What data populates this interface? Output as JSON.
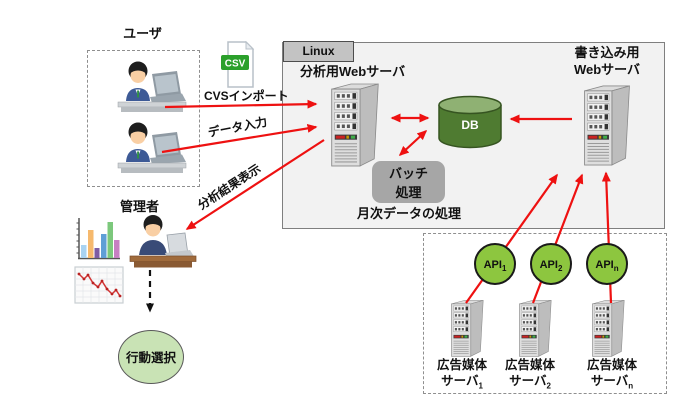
{
  "users": {
    "title": "ユーザ"
  },
  "csv": {
    "label": "CSV"
  },
  "flows": {
    "csv_import": "CVSインポート",
    "data_input": "データ入力",
    "result_display": "分析結果表示"
  },
  "linux": {
    "tab": "Linux",
    "analysis_server_label": "分析用Webサーバ",
    "db_label": "DB",
    "batch_line1": "バッチ",
    "batch_line2": "処理",
    "monthly_label": "月次データの処理"
  },
  "write_server": {
    "line1": "書き込み用",
    "line2": "Webサーバ"
  },
  "admin": {
    "title": "管理者"
  },
  "action": {
    "label": "行動選択"
  },
  "apis": [
    {
      "name": "API",
      "sub": "1"
    },
    {
      "name": "API",
      "sub": "2"
    },
    {
      "name": "API",
      "sub": "n"
    }
  ],
  "ad_servers": [
    {
      "line1": "広告媒体",
      "name": "サーバ",
      "sub": "1"
    },
    {
      "line1": "広告媒体",
      "name": "サーバ",
      "sub": "2"
    },
    {
      "line1": "広告媒体",
      "name": "サーバ",
      "sub": "n"
    }
  ],
  "colors": {
    "arrow_red": "#ee1111",
    "api_green": "#8dc63f",
    "db_green": "#4f7b31",
    "action_green": "#c9e3b5",
    "linux_box_gray": "#f2f2f2",
    "batch_gray": "#a6a6a6"
  }
}
